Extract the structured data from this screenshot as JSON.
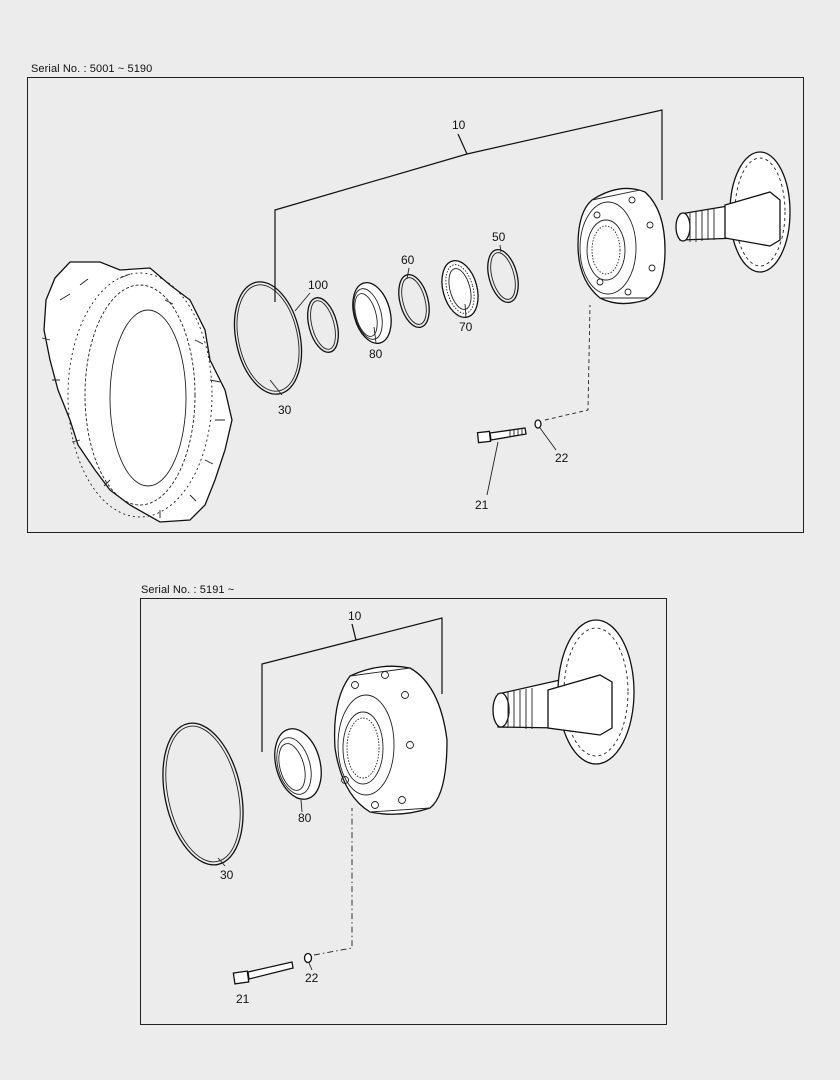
{
  "diagram_top": {
    "serial": "Serial No.  : 5001 ~ 5190",
    "labels": {
      "p10": "10",
      "p100": "100",
      "p60": "60",
      "p50": "50",
      "p80": "80",
      "p70": "70",
      "p30": "30",
      "p22": "22",
      "p21": "21"
    }
  },
  "diagram_bottom": {
    "serial": "Serial No.  : 5191 ~",
    "labels": {
      "p10": "10",
      "p30": "30",
      "p80": "80",
      "p21": "21",
      "p22": "22"
    }
  }
}
